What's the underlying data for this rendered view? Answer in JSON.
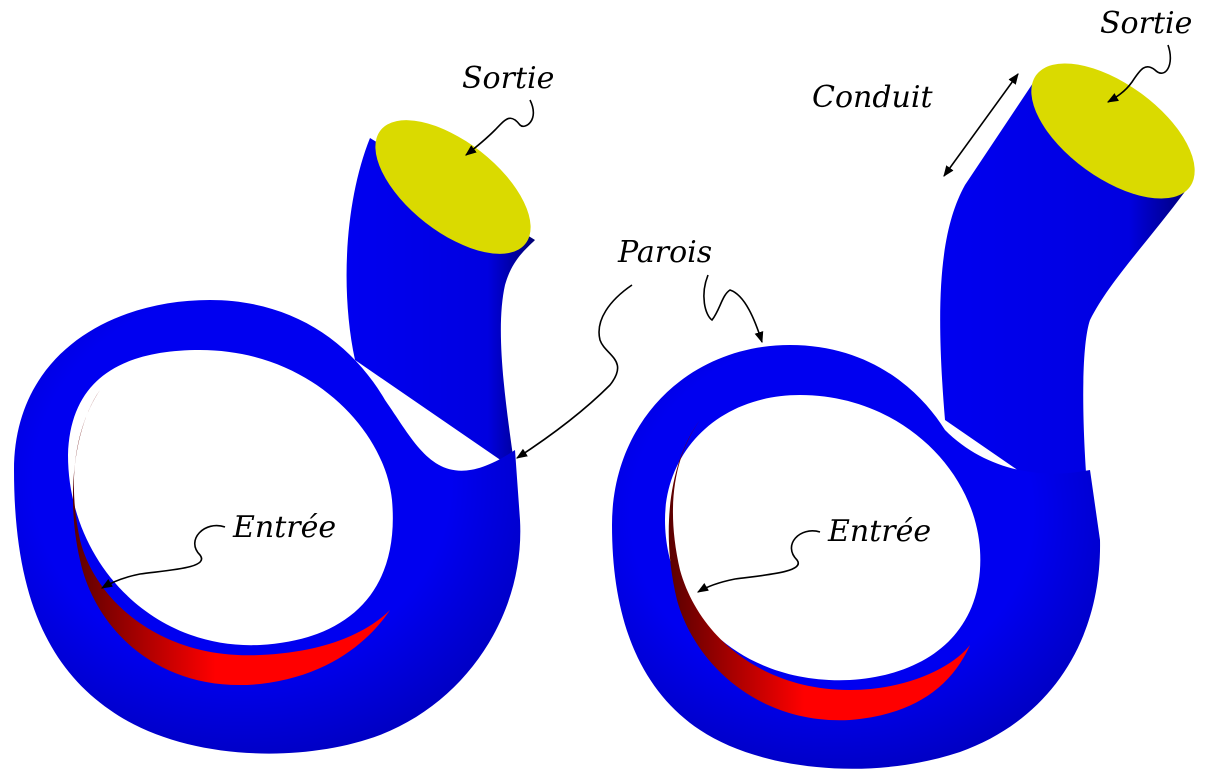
{
  "colors": {
    "wall": "#0000f0",
    "wall_dark": "#000070",
    "inlet": "#ff0000",
    "inlet_dark": "#5a0000",
    "outlet": "#dada00",
    "background": "#ffffff"
  },
  "left_model": {
    "label_outlet": "Sortie",
    "label_wall": "",
    "label_inlet": "Entrée"
  },
  "right_model": {
    "label_outlet": "Sortie",
    "label_duct": "Conduit",
    "label_inlet": "Entrée"
  },
  "shared": {
    "label_walls": "Parois"
  }
}
